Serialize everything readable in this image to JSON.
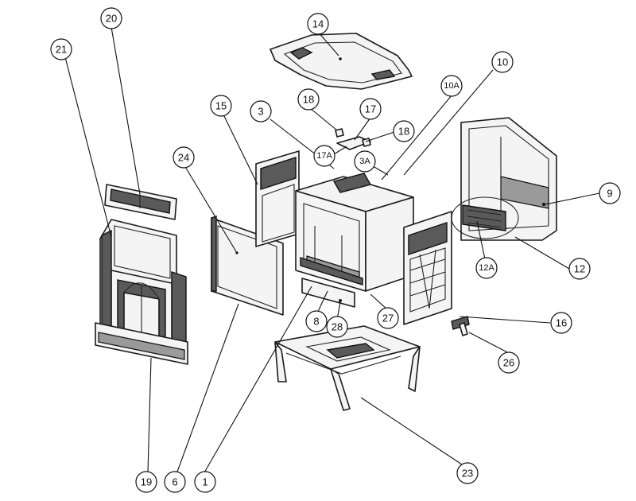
{
  "callouts": [
    {
      "id": "c1",
      "label": "1"
    },
    {
      "id": "c3",
      "label": "3"
    },
    {
      "id": "c3a",
      "label": "3A"
    },
    {
      "id": "c6",
      "label": "6"
    },
    {
      "id": "c8",
      "label": "8"
    },
    {
      "id": "c9",
      "label": "9"
    },
    {
      "id": "c10",
      "label": "10"
    },
    {
      "id": "c10a",
      "label": "10A"
    },
    {
      "id": "c12",
      "label": "12"
    },
    {
      "id": "c12a",
      "label": "12A"
    },
    {
      "id": "c14",
      "label": "14"
    },
    {
      "id": "c15",
      "label": "15"
    },
    {
      "id": "c16",
      "label": "16"
    },
    {
      "id": "c17",
      "label": "17"
    },
    {
      "id": "c17a",
      "label": "17A"
    },
    {
      "id": "c18a",
      "label": "18"
    },
    {
      "id": "c18b",
      "label": "18"
    },
    {
      "id": "c19",
      "label": "19"
    },
    {
      "id": "c20",
      "label": "20"
    },
    {
      "id": "c21",
      "label": "21"
    },
    {
      "id": "c23",
      "label": "23"
    },
    {
      "id": "c24",
      "label": "24"
    },
    {
      "id": "c26",
      "label": "26"
    },
    {
      "id": "c27",
      "label": "27"
    },
    {
      "id": "c28",
      "label": "28"
    }
  ]
}
